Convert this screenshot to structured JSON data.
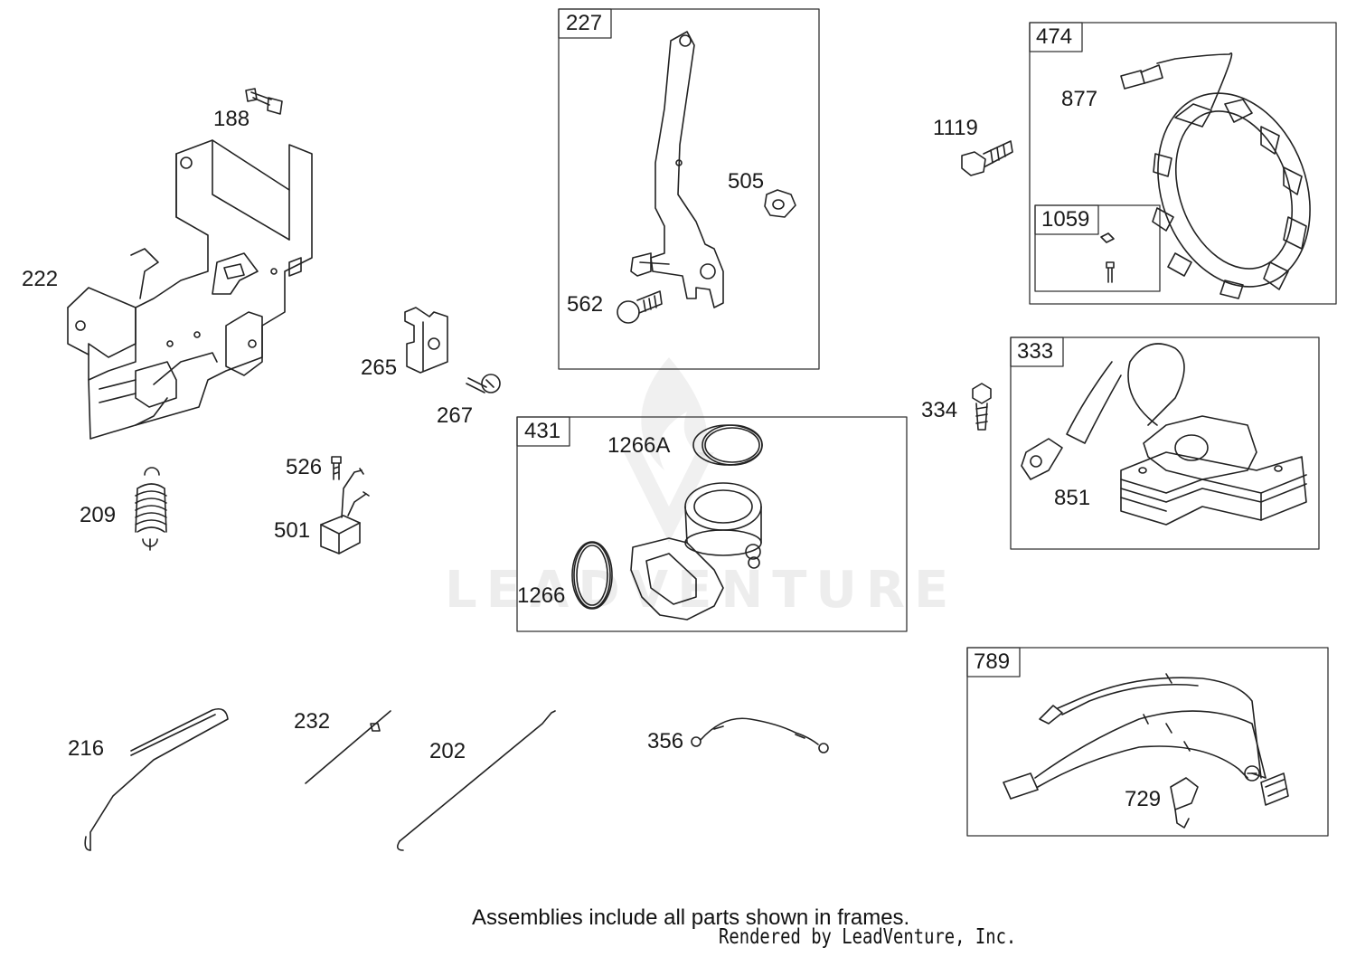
{
  "frames": [
    {
      "id": "227",
      "label": "227"
    },
    {
      "id": "474",
      "label": "474"
    },
    {
      "id": "1059",
      "label": "1059"
    },
    {
      "id": "333",
      "label": "333"
    },
    {
      "id": "431",
      "label": "431"
    },
    {
      "id": "789",
      "label": "789"
    }
  ],
  "labels": {
    "p188": "188",
    "p222": "222",
    "p209": "209",
    "p265": "265",
    "p267": "267",
    "p526": "526",
    "p501": "501",
    "p505": "505",
    "p562": "562",
    "p1266A": "1266A",
    "p1266": "1266",
    "p1119": "1119",
    "p877": "877",
    "p334": "334",
    "p851": "851",
    "p729": "729",
    "p216": "216",
    "p232": "232",
    "p202": "202",
    "p356": "356"
  },
  "footer": {
    "note": "Assemblies include all parts shown in frames.",
    "rendered_by": "Rendered by LeadVenture, Inc."
  },
  "watermark": {
    "text": "LEADVENTURE"
  }
}
